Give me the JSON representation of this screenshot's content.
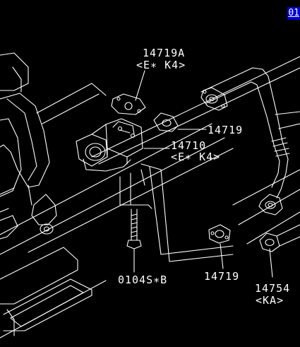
{
  "nav": {
    "corner_link": "01"
  },
  "callouts": [
    {
      "id": "c1",
      "part": "14719A",
      "variant": "<E∗ K4>"
    },
    {
      "id": "c2",
      "part": "14719",
      "variant": ""
    },
    {
      "id": "c3",
      "part": "14710",
      "variant": "<E∗ K4>"
    },
    {
      "id": "c4",
      "part": "0104S∗B",
      "variant": ""
    },
    {
      "id": "c5",
      "part": "14719",
      "variant": ""
    },
    {
      "id": "c6",
      "part": "14754",
      "variant": "<KA>"
    }
  ],
  "colors": {
    "background": "#000000",
    "linework": "#ffffff",
    "link_bg": "#0000cc"
  }
}
